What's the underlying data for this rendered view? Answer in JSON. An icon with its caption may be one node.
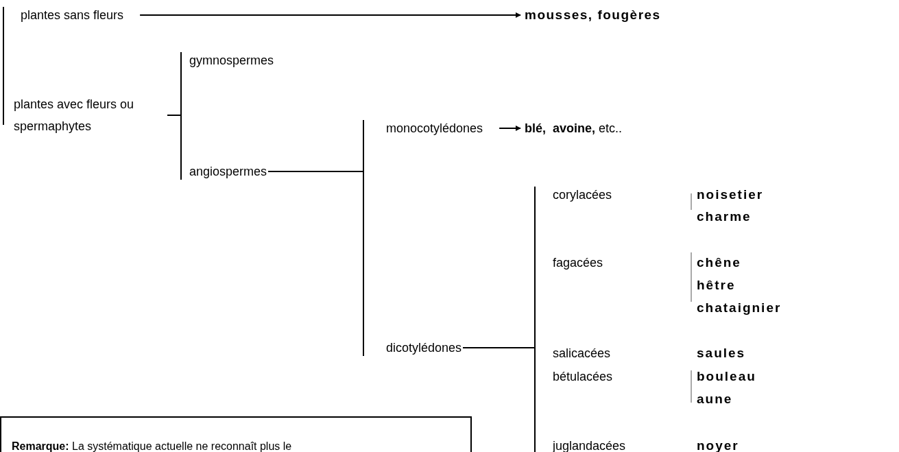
{
  "diagram": {
    "nodes": [
      {
        "text": [
          "plantes sans fleurs"
        ]
      },
      {
        "text": [
          "mousses, fougères"
        ]
      },
      {
        "text": [
          "plantes avec fleurs ou spermaphytes"
        ]
      },
      {
        "text": [
          "gymnospermes"
        ]
      },
      {
        "text": [
          "angiospermes"
        ]
      },
      {
        "text": [
          "monocotylédones"
        ]
      },
      {
        "text": [
          "**blé,  avoine,** etc.."
        ]
      },
      {
        "text": [
          "dicotylédones"
        ]
      },
      {
        "text": [
          "corylacées"
        ]
      },
      {
        "text": [
          "fagacées"
        ]
      },
      {
        "text": [
          "salicacées"
        ]
      },
      {
        "text": [
          "bétulacées"
        ]
      },
      {
        "text": [
          "juglandacées"
        ]
      },
      {
        "text": [
          "**Remarque:** La systématique actuelle ne reconnaît plus le"
        ]
      }
    ],
    "edges": [
      {
        "from": 0,
        "to": 1,
        "arrow": "to"
      },
      {
        "from": 2,
        "to": 3,
        "arrow": "none"
      },
      {
        "from": 2,
        "to": 4,
        "arrow": "none"
      },
      {
        "from": 4,
        "to": 5,
        "arrow": "none"
      },
      {
        "from": 4,
        "to": 7,
        "arrow": "none"
      },
      {
        "from": 5,
        "to": 6,
        "arrow": "to"
      },
      {
        "from": 7,
        "to": 8,
        "arrow": "none"
      },
      {
        "from": 7,
        "to": 9,
        "arrow": "none"
      },
      {
        "from": 7,
        "to": 10,
        "arrow": "none"
      },
      {
        "from": 7,
        "to": 11,
        "arrow": "none"
      },
      {
        "from": 7,
        "to": 12,
        "arrow": "none"
      }
    ],
    "labels": [
      "noisetier",
      "charme",
      "chêne",
      "hêtre",
      "chataignier",
      "saules",
      "bouleau",
      "aune",
      "noyer"
    ]
  }
}
